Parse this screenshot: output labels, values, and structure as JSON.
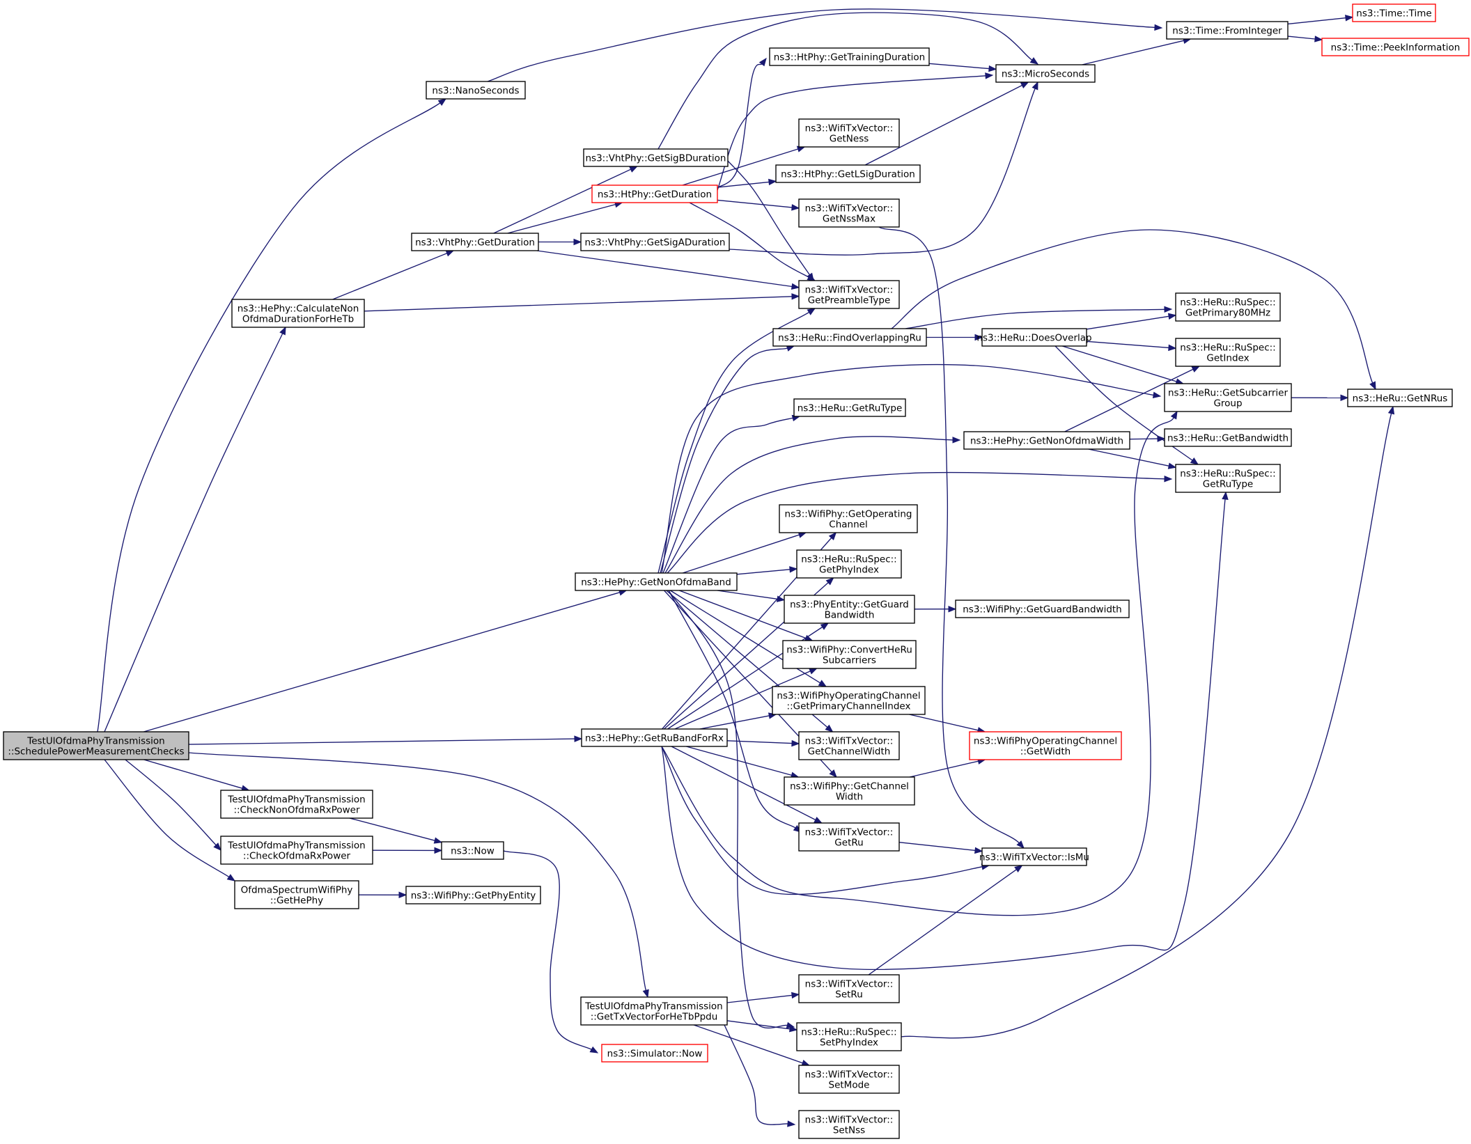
{
  "graph": {
    "root": "schedule",
    "nodes": {
      "schedule": [
        "TestUlOfdmaPhyTransmission",
        "::SchedulePowerMeasurementChecks"
      ],
      "nanoseconds": [
        "ns3::NanoSeconds"
      ],
      "fromInteger": [
        "ns3::Time::FromInteger"
      ],
      "time": [
        "ns3::Time::Time"
      ],
      "peekInfo": [
        "ns3::Time::PeekInformation"
      ],
      "microseconds": [
        "ns3::MicroSeconds"
      ],
      "htTraining": [
        "ns3::HtPhy::GetTrainingDuration"
      ],
      "getNess": [
        "ns3::WifiTxVector::",
        "GetNess"
      ],
      "vhtSigB": [
        "ns3::VhtPhy::GetSigBDuration"
      ],
      "htLSig": [
        "ns3::HtPhy::GetLSigDuration"
      ],
      "htGetDuration": [
        "ns3::HtPhy::GetDuration"
      ],
      "getNssMax": [
        "ns3::WifiTxVector::",
        "GetNssMax"
      ],
      "vhtGetDuration": [
        "ns3::VhtPhy::GetDuration"
      ],
      "vhtSigA": [
        "ns3::VhtPhy::GetSigADuration"
      ],
      "calcNonOfdma": [
        "ns3::HePhy::CalculateNon",
        "OfdmaDurationForHeTb"
      ],
      "getPreamble": [
        "ns3::WifiTxVector::",
        "GetPreambleType"
      ],
      "getPrimary80": [
        "ns3::HeRu::RuSpec::",
        "GetPrimary80MHz"
      ],
      "findOverlap": [
        "ns3::HeRu::FindOverlappingRu"
      ],
      "doesOverlap": [
        "ns3::HeRu::DoesOverlap"
      ],
      "ruSpecGetIndex": [
        "ns3::HeRu::RuSpec::",
        "GetIndex"
      ],
      "subcarrierGroup": [
        "ns3::HeRu::GetSubcarrier",
        "Group"
      ],
      "getNRus": [
        "ns3::HeRu::GetNRus"
      ],
      "heRuGetRuType": [
        "ns3::HeRu::GetRuType"
      ],
      "getNonOfdmaWidth": [
        "ns3::HePhy::GetNonOfdmaWidth"
      ],
      "heRuGetBandwidth": [
        "ns3::HeRu::GetBandwidth"
      ],
      "ruSpecGetRuType": [
        "ns3::HeRu::RuSpec::",
        "GetRuType"
      ],
      "getOpChannel": [
        "ns3::WifiPhy::GetOperating",
        "Channel"
      ],
      "getPhyIndex": [
        "ns3::HeRu::RuSpec::",
        "GetPhyIndex"
      ],
      "getNonOfdmaBand": [
        "ns3::HePhy::GetNonOfdmaBand"
      ],
      "getGuardBw": [
        "ns3::PhyEntity::GetGuard",
        "Bandwidth"
      ],
      "wifiGuardBw": [
        "ns3::WifiPhy::GetGuardBandwidth"
      ],
      "convertHeRu": [
        "ns3::WifiPhy::ConvertHeRu",
        "Subcarriers"
      ],
      "primaryChanIdx": [
        "ns3::WifiPhyOperatingChannel",
        "::GetPrimaryChannelIndex"
      ],
      "opChanGetWidth": [
        "ns3::WifiPhyOperatingChannel",
        "::GetWidth"
      ],
      "getRuBandForRx": [
        "ns3::HePhy::GetRuBandForRx"
      ],
      "txGetChanWidth": [
        "ns3::WifiTxVector::",
        "GetChannelWidth"
      ],
      "checkNonOfdma": [
        "TestUlOfdmaPhyTransmission",
        "::CheckNonOfdmaRxPower"
      ],
      "phyGetChanWidth": [
        "ns3::WifiPhy::GetChannel",
        "Width"
      ],
      "checkOfdma": [
        "TestUlOfdmaPhyTransmission",
        "::CheckOfdmaRxPower"
      ],
      "now": [
        "ns3::Now"
      ],
      "getRu": [
        "ns3::WifiTxVector::",
        "GetRu"
      ],
      "isMu": [
        "ns3::WifiTxVector::IsMu"
      ],
      "getHePhy": [
        "OfdmaSpectrumWifiPhy",
        "::GetHePhy"
      ],
      "getPhyEntity": [
        "ns3::WifiPhy::GetPhyEntity"
      ],
      "setRu": [
        "ns3::WifiTxVector::",
        "SetRu"
      ],
      "getTxVector": [
        "TestUlOfdmaPhyTransmission",
        "::GetTxVectorForHeTbPpdu"
      ],
      "setPhyIndex": [
        "ns3::HeRu::RuSpec::",
        "SetPhyIndex"
      ],
      "simNow": [
        "ns3::Simulator::Now"
      ],
      "setMode": [
        "ns3::WifiTxVector::",
        "SetMode"
      ],
      "setNss": [
        "ns3::WifiTxVector::",
        "SetNss"
      ]
    },
    "truncated_nodes": [
      "time",
      "peekInfo",
      "htGetDuration",
      "opChanGetWidth",
      "simNow"
    ],
    "edges": [
      [
        "schedule",
        "nanoseconds"
      ],
      [
        "schedule",
        "calcNonOfdma"
      ],
      [
        "schedule",
        "getNonOfdmaBand"
      ],
      [
        "schedule",
        "getRuBandForRx"
      ],
      [
        "schedule",
        "checkNonOfdma"
      ],
      [
        "schedule",
        "checkOfdma"
      ],
      [
        "schedule",
        "getHePhy"
      ],
      [
        "schedule",
        "getTxVector"
      ],
      [
        "nanoseconds",
        "fromInteger"
      ],
      [
        "fromInteger",
        "time"
      ],
      [
        "fromInteger",
        "peekInfo"
      ],
      [
        "microseconds",
        "fromInteger"
      ],
      [
        "htTraining",
        "microseconds"
      ],
      [
        "vhtSigB",
        "microseconds"
      ],
      [
        "vhtSigB",
        "getPreamble"
      ],
      [
        "htLSig",
        "microseconds"
      ],
      [
        "htGetDuration",
        "htTraining"
      ],
      [
        "htGetDuration",
        "microseconds"
      ],
      [
        "htGetDuration",
        "getNess"
      ],
      [
        "htGetDuration",
        "htLSig"
      ],
      [
        "htGetDuration",
        "getNssMax"
      ],
      [
        "htGetDuration",
        "getPreamble"
      ],
      [
        "getNssMax",
        "isMu"
      ],
      [
        "vhtGetDuration",
        "vhtSigB"
      ],
      [
        "vhtGetDuration",
        "htGetDuration"
      ],
      [
        "vhtGetDuration",
        "vhtSigA"
      ],
      [
        "vhtGetDuration",
        "getPreamble"
      ],
      [
        "vhtSigA",
        "microseconds"
      ],
      [
        "calcNonOfdma",
        "vhtGetDuration"
      ],
      [
        "calcNonOfdma",
        "getPreamble"
      ],
      [
        "findOverlap",
        "getPrimary80"
      ],
      [
        "findOverlap",
        "doesOverlap"
      ],
      [
        "findOverlap",
        "getNRus"
      ],
      [
        "doesOverlap",
        "getPrimary80"
      ],
      [
        "doesOverlap",
        "ruSpecGetIndex"
      ],
      [
        "doesOverlap",
        "subcarrierGroup"
      ],
      [
        "doesOverlap",
        "ruSpecGetRuType"
      ],
      [
        "subcarrierGroup",
        "getNRus"
      ],
      [
        "getNonOfdmaWidth",
        "ruSpecGetIndex"
      ],
      [
        "getNonOfdmaWidth",
        "heRuGetBandwidth"
      ],
      [
        "getNonOfdmaWidth",
        "ruSpecGetRuType"
      ],
      [
        "getNonOfdmaBand",
        "getPreamble"
      ],
      [
        "getNonOfdmaBand",
        "findOverlap"
      ],
      [
        "getNonOfdmaBand",
        "subcarrierGroup"
      ],
      [
        "getNonOfdmaBand",
        "heRuGetRuType"
      ],
      [
        "getNonOfdmaBand",
        "getNonOfdmaWidth"
      ],
      [
        "getNonOfdmaBand",
        "ruSpecGetRuType"
      ],
      [
        "getNonOfdmaBand",
        "getOpChannel"
      ],
      [
        "getNonOfdmaBand",
        "getPhyIndex"
      ],
      [
        "getNonOfdmaBand",
        "getGuardBw"
      ],
      [
        "getNonOfdmaBand",
        "convertHeRu"
      ],
      [
        "getNonOfdmaBand",
        "primaryChanIdx"
      ],
      [
        "getNonOfdmaBand",
        "txGetChanWidth"
      ],
      [
        "getNonOfdmaBand",
        "phyGetChanWidth"
      ],
      [
        "getNonOfdmaBand",
        "getRu"
      ],
      [
        "getNonOfdmaBand",
        "setPhyIndex"
      ],
      [
        "getGuardBw",
        "wifiGuardBw"
      ],
      [
        "primaryChanIdx",
        "opChanGetWidth"
      ],
      [
        "phyGetChanWidth",
        "opChanGetWidth"
      ],
      [
        "getRuBandForRx",
        "getOpChannel"
      ],
      [
        "getRuBandForRx",
        "getPhyIndex"
      ],
      [
        "getRuBandForRx",
        "getGuardBw"
      ],
      [
        "getRuBandForRx",
        "convertHeRu"
      ],
      [
        "getRuBandForRx",
        "primaryChanIdx"
      ],
      [
        "getRuBandForRx",
        "txGetChanWidth"
      ],
      [
        "getRuBandForRx",
        "phyGetChanWidth"
      ],
      [
        "getRuBandForRx",
        "getRu"
      ],
      [
        "getRuBandForRx",
        "isMu"
      ],
      [
        "getRuBandForRx",
        "subcarrierGroup"
      ],
      [
        "getRuBandForRx",
        "ruSpecGetRuType"
      ],
      [
        "getRu",
        "isMu"
      ],
      [
        "checkNonOfdma",
        "now"
      ],
      [
        "checkOfdma",
        "now"
      ],
      [
        "now",
        "simNow"
      ],
      [
        "getHePhy",
        "getPhyEntity"
      ],
      [
        "getTxVector",
        "setRu"
      ],
      [
        "getTxVector",
        "setPhyIndex"
      ],
      [
        "getTxVector",
        "setMode"
      ],
      [
        "getTxVector",
        "setNss"
      ],
      [
        "setRu",
        "isMu"
      ],
      [
        "setPhyIndex",
        "getNRus"
      ]
    ]
  }
}
